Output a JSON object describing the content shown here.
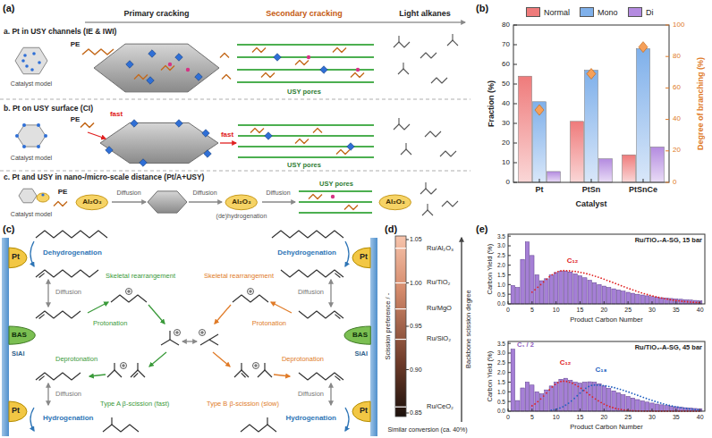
{
  "diagram": {
    "nodes": [
      {
        "text": [
          "Al₂O₃"
        ]
      },
      {
        "text": [
          "Al₂O₃"
        ]
      },
      {
        "text": [
          "Al₂O₃"
        ]
      },
      {
        "text": [
          "Pt"
        ]
      },
      {
        "text": [
          "Pt"
        ]
      },
      {
        "text": [
          "BAS"
        ]
      },
      {
        "text": [
          "BAS"
        ]
      },
      {
        "text": [
          "Pt"
        ]
      },
      {
        "text": [
          "Pt"
        ]
      }
    ],
    "labels": [
      "(a)",
      "Primary cracking",
      "Secondary cracking",
      "Light alkanes",
      "a. Pt in USY channels (IE & IWI)",
      "PE",
      "Catalyst model",
      "USY pores",
      "b. Pt on USY surface (CI)",
      "PE",
      "fast",
      "fast",
      "Catalyst model",
      "USY pores",
      "c. Pt and USY in nano-/micro-scale distance (Pt/A+USY)",
      "PE",
      "Diffusion",
      "Diffusion",
      "(de)hydrogenation",
      "Diffusion",
      "USY pores",
      "Catalyst model",
      "(b)",
      "Fraction (%)",
      "0",
      "10",
      "20",
      "30",
      "40",
      "50",
      "60",
      "70",
      "80",
      "Pt",
      "PtSn",
      "PtSnCe",
      "Catalyst",
      "0",
      "20",
      "40",
      "60",
      "80",
      "100",
      "Degree of branching (%)",
      "(c)",
      "Dehydrogenation",
      "Dehydrogenation",
      "Skeletal rearrangement",
      "Skeletal rearrangement",
      "Diffusion",
      "Diffusion",
      "Protonation",
      "Protonation",
      "SiAl",
      "SiAl",
      "Deprotonation",
      "Deprotonation",
      "Diffusion",
      "Diffusion",
      "Type A β-scission (fast)",
      "Type B β-scission (slow)",
      "Hydrogenation",
      "Hydrogenation",
      "(d)",
      "Scission preference / -",
      "1.05",
      "1.00",
      "0.95",
      "0.90",
      "0.85",
      "Ru/Al₂O₃",
      "Ru/TiO₂",
      "Ru/MgO",
      "Ru/SiO₂",
      "Ru/CeO₂",
      "Backbone scission degree",
      "Similar conversion (ca. 40%)",
      "(e)",
      "Ru/TiO₂-A-SG, 15 bar",
      "C₁₂",
      "Carbon Yield (%)",
      "0.0",
      "0.5",
      "1.0",
      "1.5",
      "2.0",
      "2.5",
      "3.0",
      "3.5",
      "0",
      "5",
      "10",
      "15",
      "20",
      "25",
      "30",
      "35",
      "40",
      "Product Carbon Number",
      "Ru/TiO₂-A-SG, 45 bar",
      "C₁ / 2",
      "C₁₂",
      "C₁₈",
      "Carbon Yield (%)",
      "0.0",
      "0.5",
      "1.0",
      "1.5",
      "2.0",
      "2.5",
      "3.0",
      "3.5",
      "0",
      "5",
      "10",
      "15",
      "20",
      "25",
      "30",
      "35",
      "40",
      "Product Carbon Number"
    ],
    "legend": [
      {
        "text": "Normal",
        "color": "#ef7b7b"
      },
      {
        "text": "Mono",
        "color": "#7fb0ea"
      },
      {
        "text": "Di",
        "color": "#b48be0"
      }
    ]
  }
}
